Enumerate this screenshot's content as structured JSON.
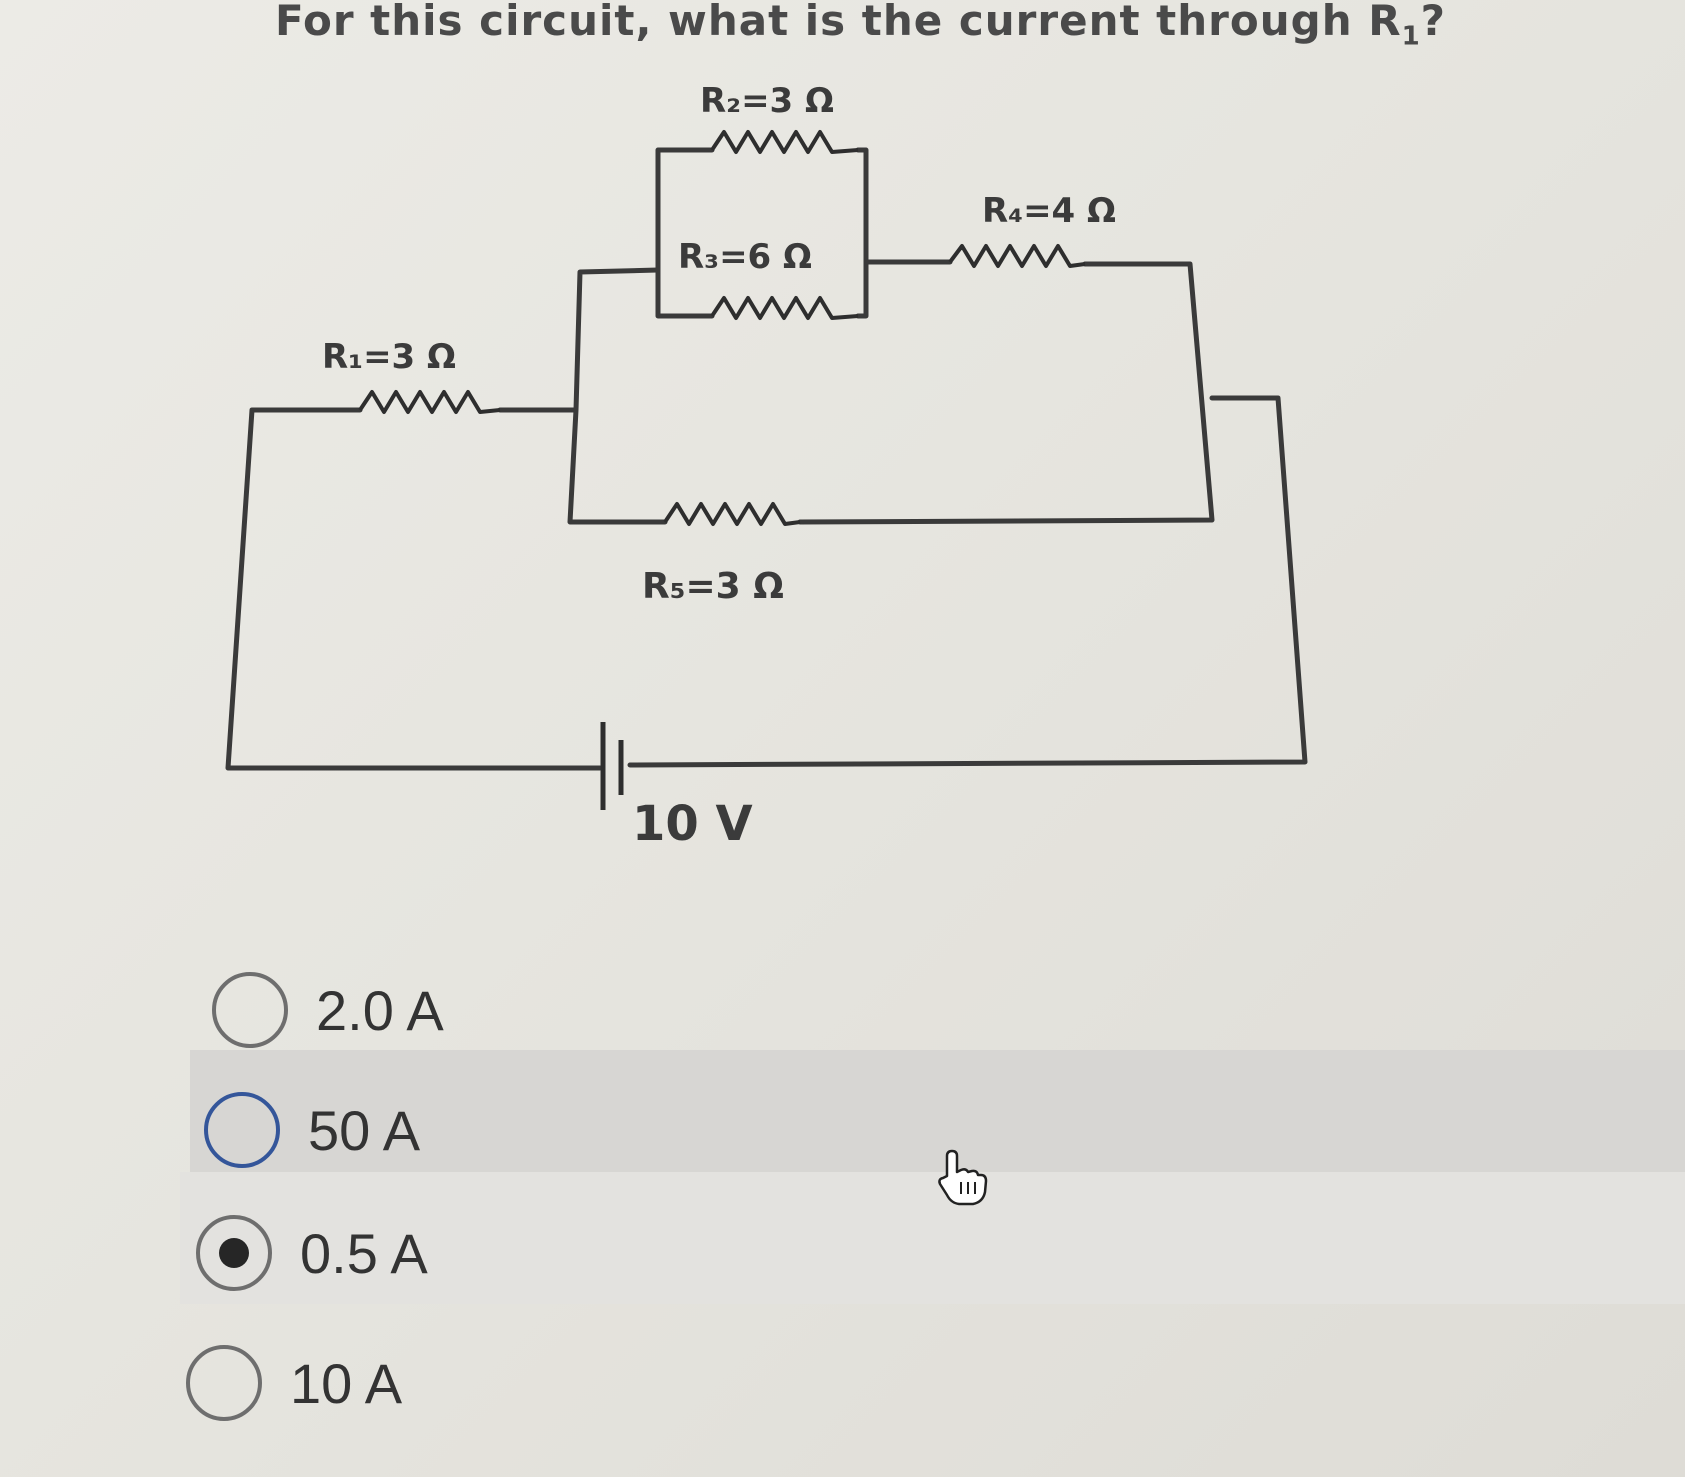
{
  "question": {
    "text": "For this circuit, what is the current through R",
    "subscript": "1",
    "suffix": "?"
  },
  "circuit": {
    "r1": "R₁=3 Ω",
    "r2": "R₂=3 Ω",
    "r3": "R₃=6 Ω",
    "r4": "R₄=4 Ω",
    "r5": "R₅=3 Ω",
    "battery": "10 V"
  },
  "options": [
    {
      "label": "2.0 A",
      "selected": false
    },
    {
      "label": "50 A",
      "selected": false
    },
    {
      "label": "0.5 A",
      "selected": true
    },
    {
      "label": "10 A",
      "selected": false
    }
  ],
  "icons": {
    "cursor": "hand-pointer-icon"
  }
}
